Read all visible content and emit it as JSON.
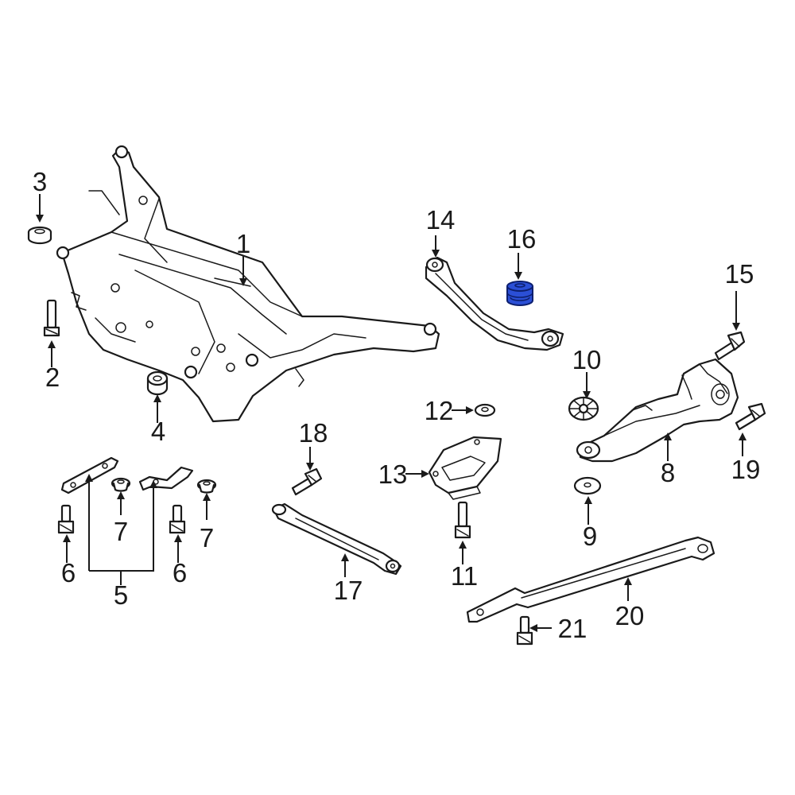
{
  "diagram": {
    "highlight_color": "#2b4fd6",
    "line_color": "#1a1a1a",
    "background": "#ffffff"
  },
  "callouts": {
    "c1": "1",
    "c2": "2",
    "c3": "3",
    "c4": "4",
    "c5": "5",
    "c6a": "6",
    "c6b": "6",
    "c7a": "7",
    "c7b": "7",
    "c8": "8",
    "c9": "9",
    "c10": "10",
    "c11": "11",
    "c12": "12",
    "c13": "13",
    "c14": "14",
    "c15": "15",
    "c16": "16",
    "c17": "17",
    "c18": "18",
    "c19": "19",
    "c20": "20",
    "c21": "21"
  }
}
